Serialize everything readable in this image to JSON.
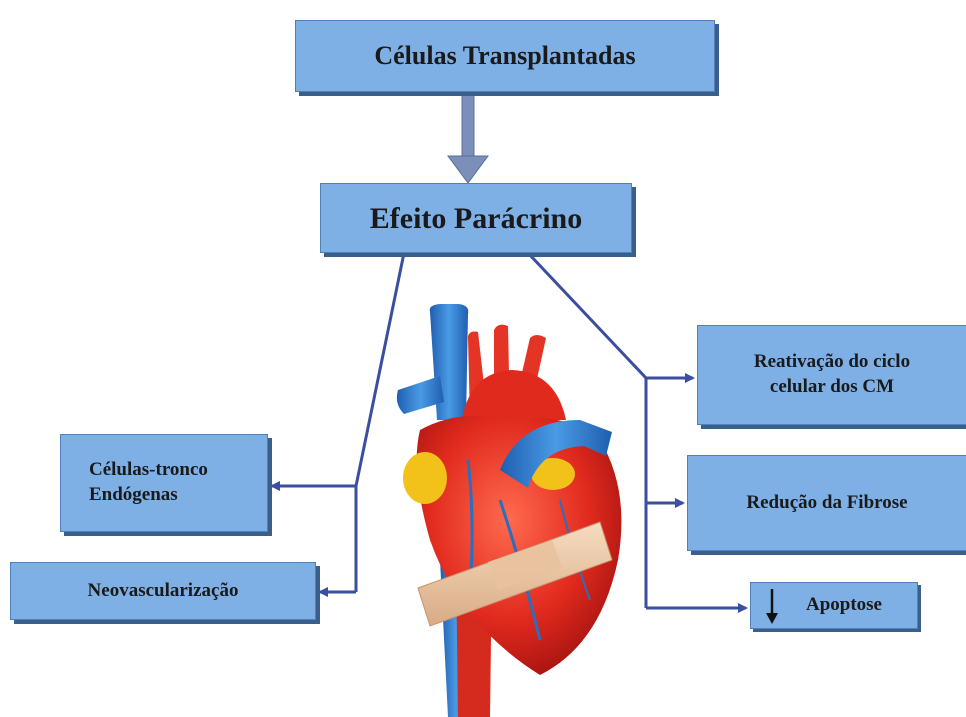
{
  "diagram": {
    "top_box": "Células Transplantadas",
    "center_box": "Efeito Parácrino",
    "left_boxes": [
      "Células-tronco\nEndógenas",
      "Neovascularização"
    ],
    "right_boxes": [
      "Reativação do ciclo\ncelular dos CM",
      "Redução da Fibrose",
      "Apoptose"
    ],
    "apoptose_indicator": "down-arrow-icon",
    "heart_illustration": "heart-with-bandage-icon",
    "colors": {
      "box_fill": "#7eb0e6",
      "box_shadow": "#3a5f8a",
      "connector": "#3a4f9f",
      "heart_red": "#e12a1e",
      "vessel_blue": "#2a78c8",
      "fat_yellow": "#f2c21a",
      "bandage": "#f0c9a4"
    }
  }
}
